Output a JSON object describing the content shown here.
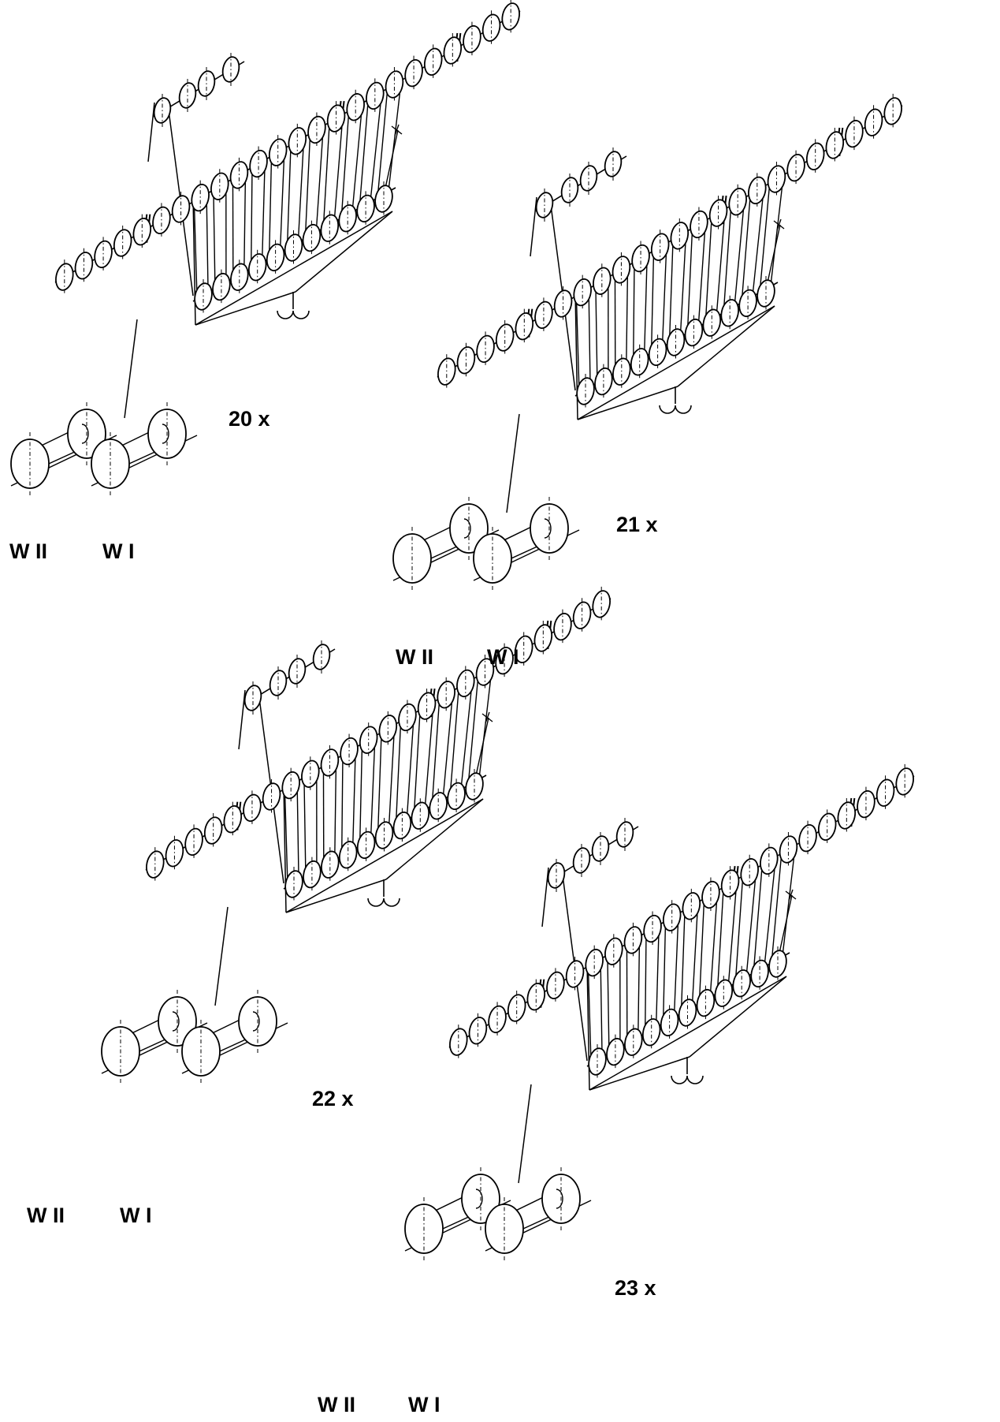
{
  "figures": [
    {
      "repeat_label": "20 x",
      "shaft_left": "W II",
      "shaft_right": "W I"
    },
    {
      "repeat_label": "21 x",
      "shaft_left": "W II",
      "shaft_right": "W I"
    },
    {
      "repeat_label": "22 x",
      "shaft_left": "W II",
      "shaft_right": "W I"
    },
    {
      "repeat_label": "23 x",
      "shaft_left": "W II",
      "shaft_right": "W I"
    }
  ],
  "colors": {
    "ink": "#000000",
    "paper": "#ffffff"
  },
  "icon_names": [
    "pulley-icon",
    "hook-icon",
    "shaft-wheel-icon"
  ]
}
